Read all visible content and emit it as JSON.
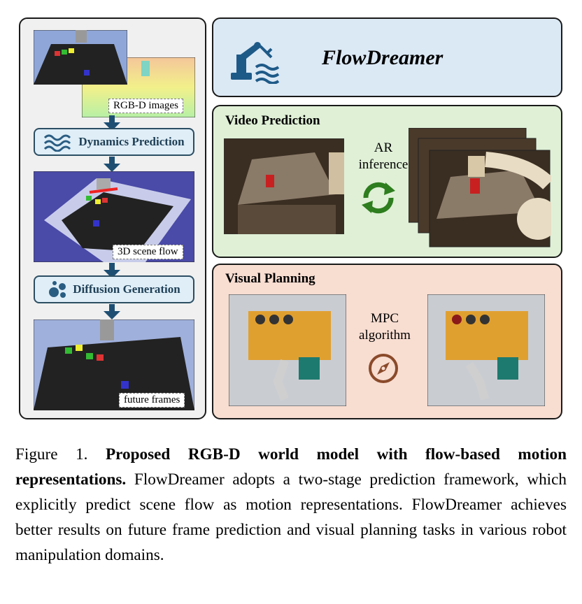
{
  "left_column": {
    "rgbd_label": "RGB-D images",
    "dynamics_label": "Dynamics Prediction",
    "scene_flow_label": "3D scene flow",
    "diffusion_label": "Diffusion Generation",
    "future_label": "future frames"
  },
  "header": {
    "title": "FlowDreamer"
  },
  "video_prediction": {
    "title": "Video Prediction",
    "method_line1": "AR",
    "method_line2": "inference"
  },
  "visual_planning": {
    "title": "Visual Planning",
    "method_line1": "MPC",
    "method_line2": "algorithm"
  },
  "caption": {
    "prefix": "Figure 1.",
    "bold": "Proposed RGB-D world model with flow-based motion representations.",
    "text": "FlowDreamer adopts a two-stage prediction framework, which explicitly predict scene flow as motion representations. FlowDreamer achieves better results on future frame prediction and visual planning tasks in various robot manipulation domains."
  },
  "colors": {
    "accent": "#1e4f73",
    "video_bg": "#dff0d6",
    "planning_bg": "#f8ddd1",
    "header_bg": "#dbe9f5",
    "refresh": "#2e7d1e",
    "compass": "#8a4a2a"
  }
}
